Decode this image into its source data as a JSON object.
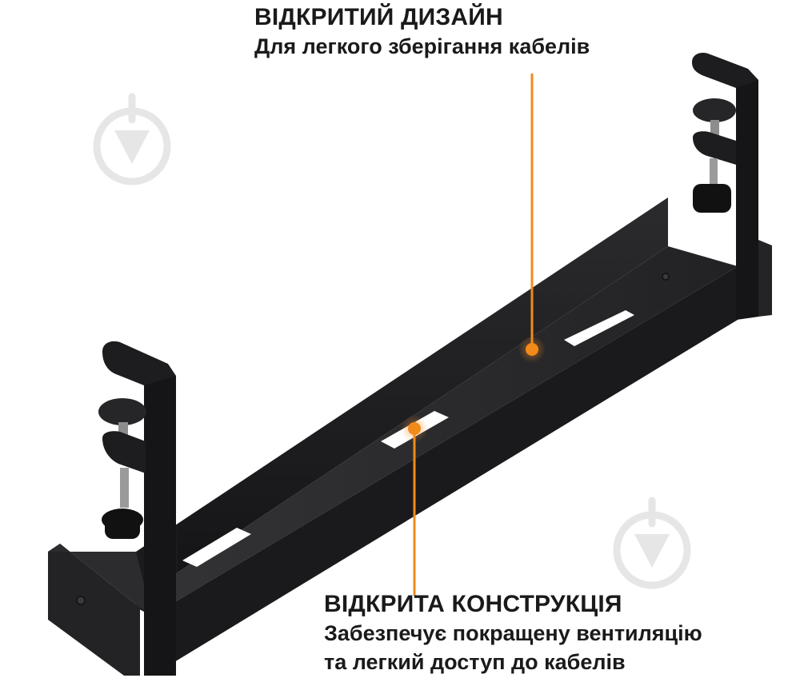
{
  "captions": {
    "top": {
      "title": "ВІДКРИТИЙ ДИЗАЙН",
      "line1": "Для легкого зберігання кабелів"
    },
    "bottom": {
      "title": "ВІДКРИТА КОНСТРУКЦІЯ",
      "line1": "Забезпечує покращену вентиляцію",
      "line2": "та легкий доступ до кабелів"
    }
  },
  "colors": {
    "accent": "#F28A1A",
    "product": "#1c1c1e",
    "watermark": "#e6e6e6"
  },
  "icons": {
    "watermark": "down-arrow-in-circle-icon",
    "callout_marker": "orange-dot-icon"
  }
}
